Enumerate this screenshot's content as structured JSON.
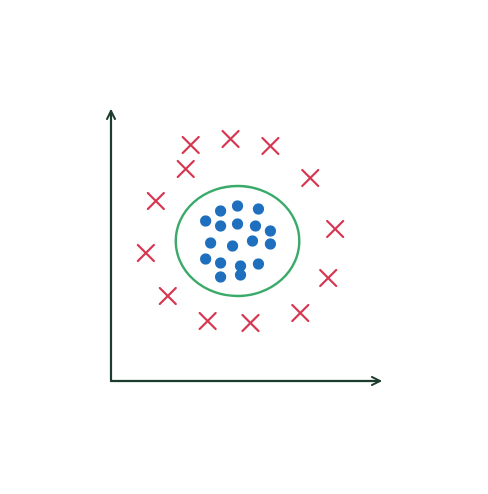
{
  "chart_data": {
    "type": "scatter",
    "title": "",
    "xlabel": "",
    "ylabel": "",
    "xlim": [
      0,
      270
    ],
    "ylim": [
      0,
      270
    ],
    "grid": false,
    "legend": "none",
    "colors": {
      "axis": "#1c3d2e",
      "outer_class": "#d63650",
      "inner_class": "#1f6fbf",
      "boundary": "#3aaa6a"
    },
    "series": [
      {
        "marker": "x",
        "points": [
          [
            80,
            236
          ],
          [
            120,
            242
          ],
          [
            160,
            235
          ],
          [
            75,
            212
          ],
          [
            200,
            203
          ],
          [
            45,
            180
          ],
          [
            225,
            152
          ],
          [
            35,
            128
          ],
          [
            218,
            103
          ],
          [
            57,
            85
          ],
          [
            190,
            68
          ],
          [
            97,
            60
          ],
          [
            140,
            58
          ]
        ]
      },
      {
        "marker": "circle",
        "points": [
          [
            110,
            170
          ],
          [
            127,
            175
          ],
          [
            148,
            172
          ],
          [
            95,
            160
          ],
          [
            110,
            155
          ],
          [
            127,
            157
          ],
          [
            145,
            155
          ],
          [
            160,
            150
          ],
          [
            100,
            138
          ],
          [
            122,
            135
          ],
          [
            142,
            140
          ],
          [
            160,
            137
          ],
          [
            95,
            122
          ],
          [
            110,
            118
          ],
          [
            130,
            115
          ],
          [
            148,
            117
          ],
          [
            110,
            104
          ],
          [
            130,
            106
          ]
        ]
      }
    ],
    "boundary": {
      "shape": "ellipse",
      "center": [
        127,
        140
      ],
      "radius_x": 62,
      "radius_y": 55
    }
  }
}
